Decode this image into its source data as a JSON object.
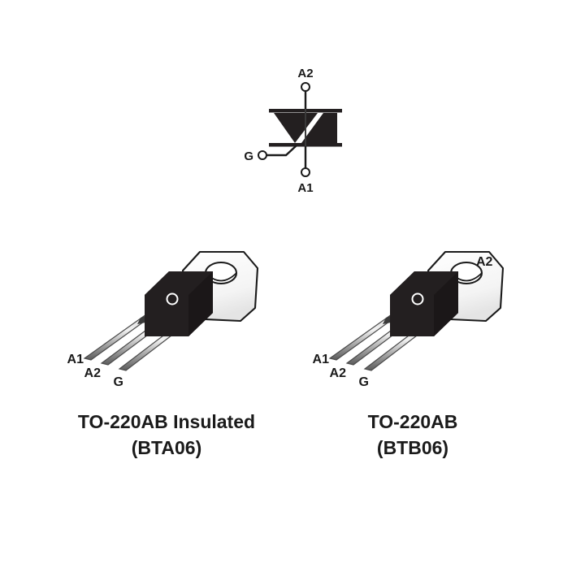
{
  "figure": {
    "title_semantic": "triac-symbol-and-to220-packages",
    "background_color": "#ffffff",
    "body_color": "#231f20",
    "tab_color": "#f5f5f5",
    "outline_color": "#1a1a1a",
    "lead_color": "#b8b8b8",
    "text_color": "#1a1a1a"
  },
  "symbol": {
    "name": "triac-symbol",
    "terminals": [
      {
        "id": "a2",
        "label": "A2",
        "position": "top"
      },
      {
        "id": "a1",
        "label": "A1",
        "position": "bottom"
      },
      {
        "id": "g",
        "label": "G",
        "position": "left"
      }
    ]
  },
  "packages": [
    {
      "id": "bta06",
      "name": "to-220ab-insulated-package",
      "caption_line1": "TO-220AB Insulated",
      "caption_line2": "(BTA06)",
      "pins": [
        {
          "id": "pin1",
          "label": "A1"
        },
        {
          "id": "pin2",
          "label": "A2"
        },
        {
          "id": "pin3",
          "label": "G"
        }
      ],
      "tab_label": null
    },
    {
      "id": "btb06",
      "name": "to-220ab-package",
      "caption_line1": "TO-220AB",
      "caption_line2": "(BTB06)",
      "pins": [
        {
          "id": "pin1",
          "label": "A1"
        },
        {
          "id": "pin2",
          "label": "A2"
        },
        {
          "id": "pin3",
          "label": "G"
        }
      ],
      "tab_label": "A2"
    }
  ]
}
